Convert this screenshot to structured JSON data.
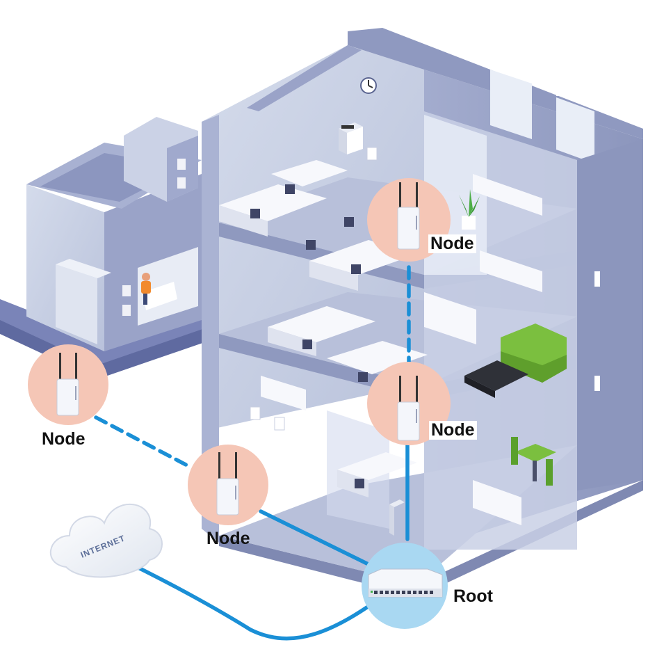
{
  "labels": {
    "node_top": "Node",
    "node_mid": "Node",
    "node_left": "Node",
    "node_center": "Node",
    "root": "Root",
    "internet": "INTERNET"
  },
  "colors": {
    "link": "#1a8fd6",
    "node_badge": "#f5c6b6",
    "root_badge": "#a9d8f2",
    "building_wall": "#c4cde2",
    "building_dark": "#8e98bf",
    "floor": "#a7b0cf",
    "furniture": "#f7f8fc",
    "sofa": "#7bbf3f",
    "cloud": "#eef2f8",
    "label_text": "#111111"
  },
  "icons": {
    "node_device": "access-point-icon",
    "root_device": "network-switch-icon",
    "internet": "cloud-icon"
  }
}
